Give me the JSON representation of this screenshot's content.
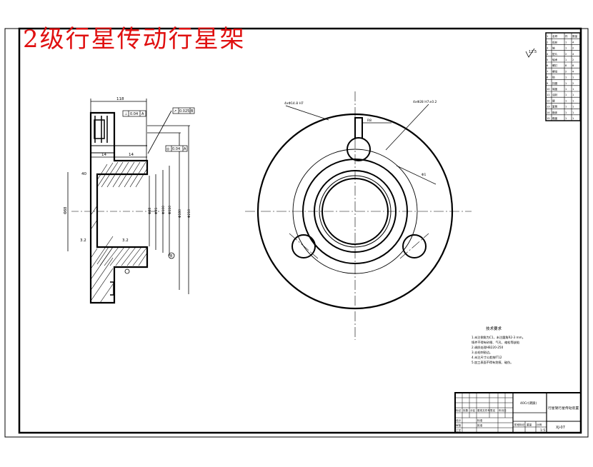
{
  "overlay_title": "2级行星传动行星架",
  "colors": {
    "title_red": "#e01010",
    "line": "#000000",
    "paper": "#ffffff"
  },
  "section_view": {
    "top_dim": "118",
    "top_callouts": [
      "⊥",
      "0.04",
      "A"
    ],
    "runout_callout": [
      "↗",
      "0.025",
      "B"
    ],
    "mid_callout": [
      "◎",
      "0.04",
      "A"
    ],
    "dim_14a": "14",
    "dim_14b": "14",
    "dim_40": "40",
    "datum_label": "B",
    "rough_a": "3.2",
    "rough_b": "3.2",
    "left_dia": "Φ88",
    "inner_dias": [
      "Φ88",
      "Φ95",
      "Φ100",
      "Φ110",
      "Φ180",
      "Φ210"
    ]
  },
  "front_view": {
    "leader_left": "4xΦ14.8 H7",
    "leader_top": "4xΦ28 H7±0.2",
    "slot_note": "R8",
    "pcd_note": "Φ1"
  },
  "roughness_corner": "12.5",
  "tech_requirements": {
    "heading": "技术要求",
    "lines": [
      "1.未注倒角为C1，未注圆角R2-3 mm。",
      "   铸件不得有砂眼、气孔、缩松等缺陷",
      "2.调质处理HB220-250",
      "3.去毛刺锐边。",
      "4.未注尺寸公差按IT12",
      "5.加工表面不得有划痕、碰伤。"
    ]
  },
  "parts_table": {
    "rows": [
      [
        "1",
        "名称",
        "件",
        "数量"
      ],
      [
        "2",
        "齿轮",
        "1",
        "4"
      ],
      [
        "3",
        "轴",
        "1",
        "2"
      ],
      [
        "4",
        "垫片",
        "2",
        "4"
      ],
      [
        "5",
        "轴承",
        "1",
        "2"
      ],
      [
        "6",
        "螺钉",
        "8",
        "8"
      ],
      [
        "7",
        "螺母",
        "2",
        "4"
      ],
      [
        "8",
        "销",
        "1",
        "1"
      ],
      [
        "9",
        "挡圈",
        "1",
        "2"
      ],
      [
        "10",
        "端盖",
        "1",
        "1"
      ],
      [
        "11",
        "油封",
        "1",
        "1"
      ],
      [
        "12",
        "键",
        "1",
        "1"
      ],
      [
        "13",
        "套筒",
        "1",
        "1"
      ],
      [
        "14",
        "箱体",
        "1",
        "1"
      ],
      [
        "15",
        "箱盖",
        "1",
        "1"
      ]
    ]
  },
  "title_block": {
    "material": "40Cr(调质)",
    "drawing_name": "行星架行星传动装置",
    "drawing_no": "XJ-07",
    "scale": "1:5",
    "sign_labels": [
      "设计",
      "审核",
      "工艺",
      "标准",
      "批准"
    ],
    "small_labels": [
      "标记",
      "处数",
      "分区",
      "更改文件号",
      "签名",
      "年月日"
    ],
    "stage_labels": [
      "阶段标记",
      "重量",
      "比例"
    ]
  }
}
